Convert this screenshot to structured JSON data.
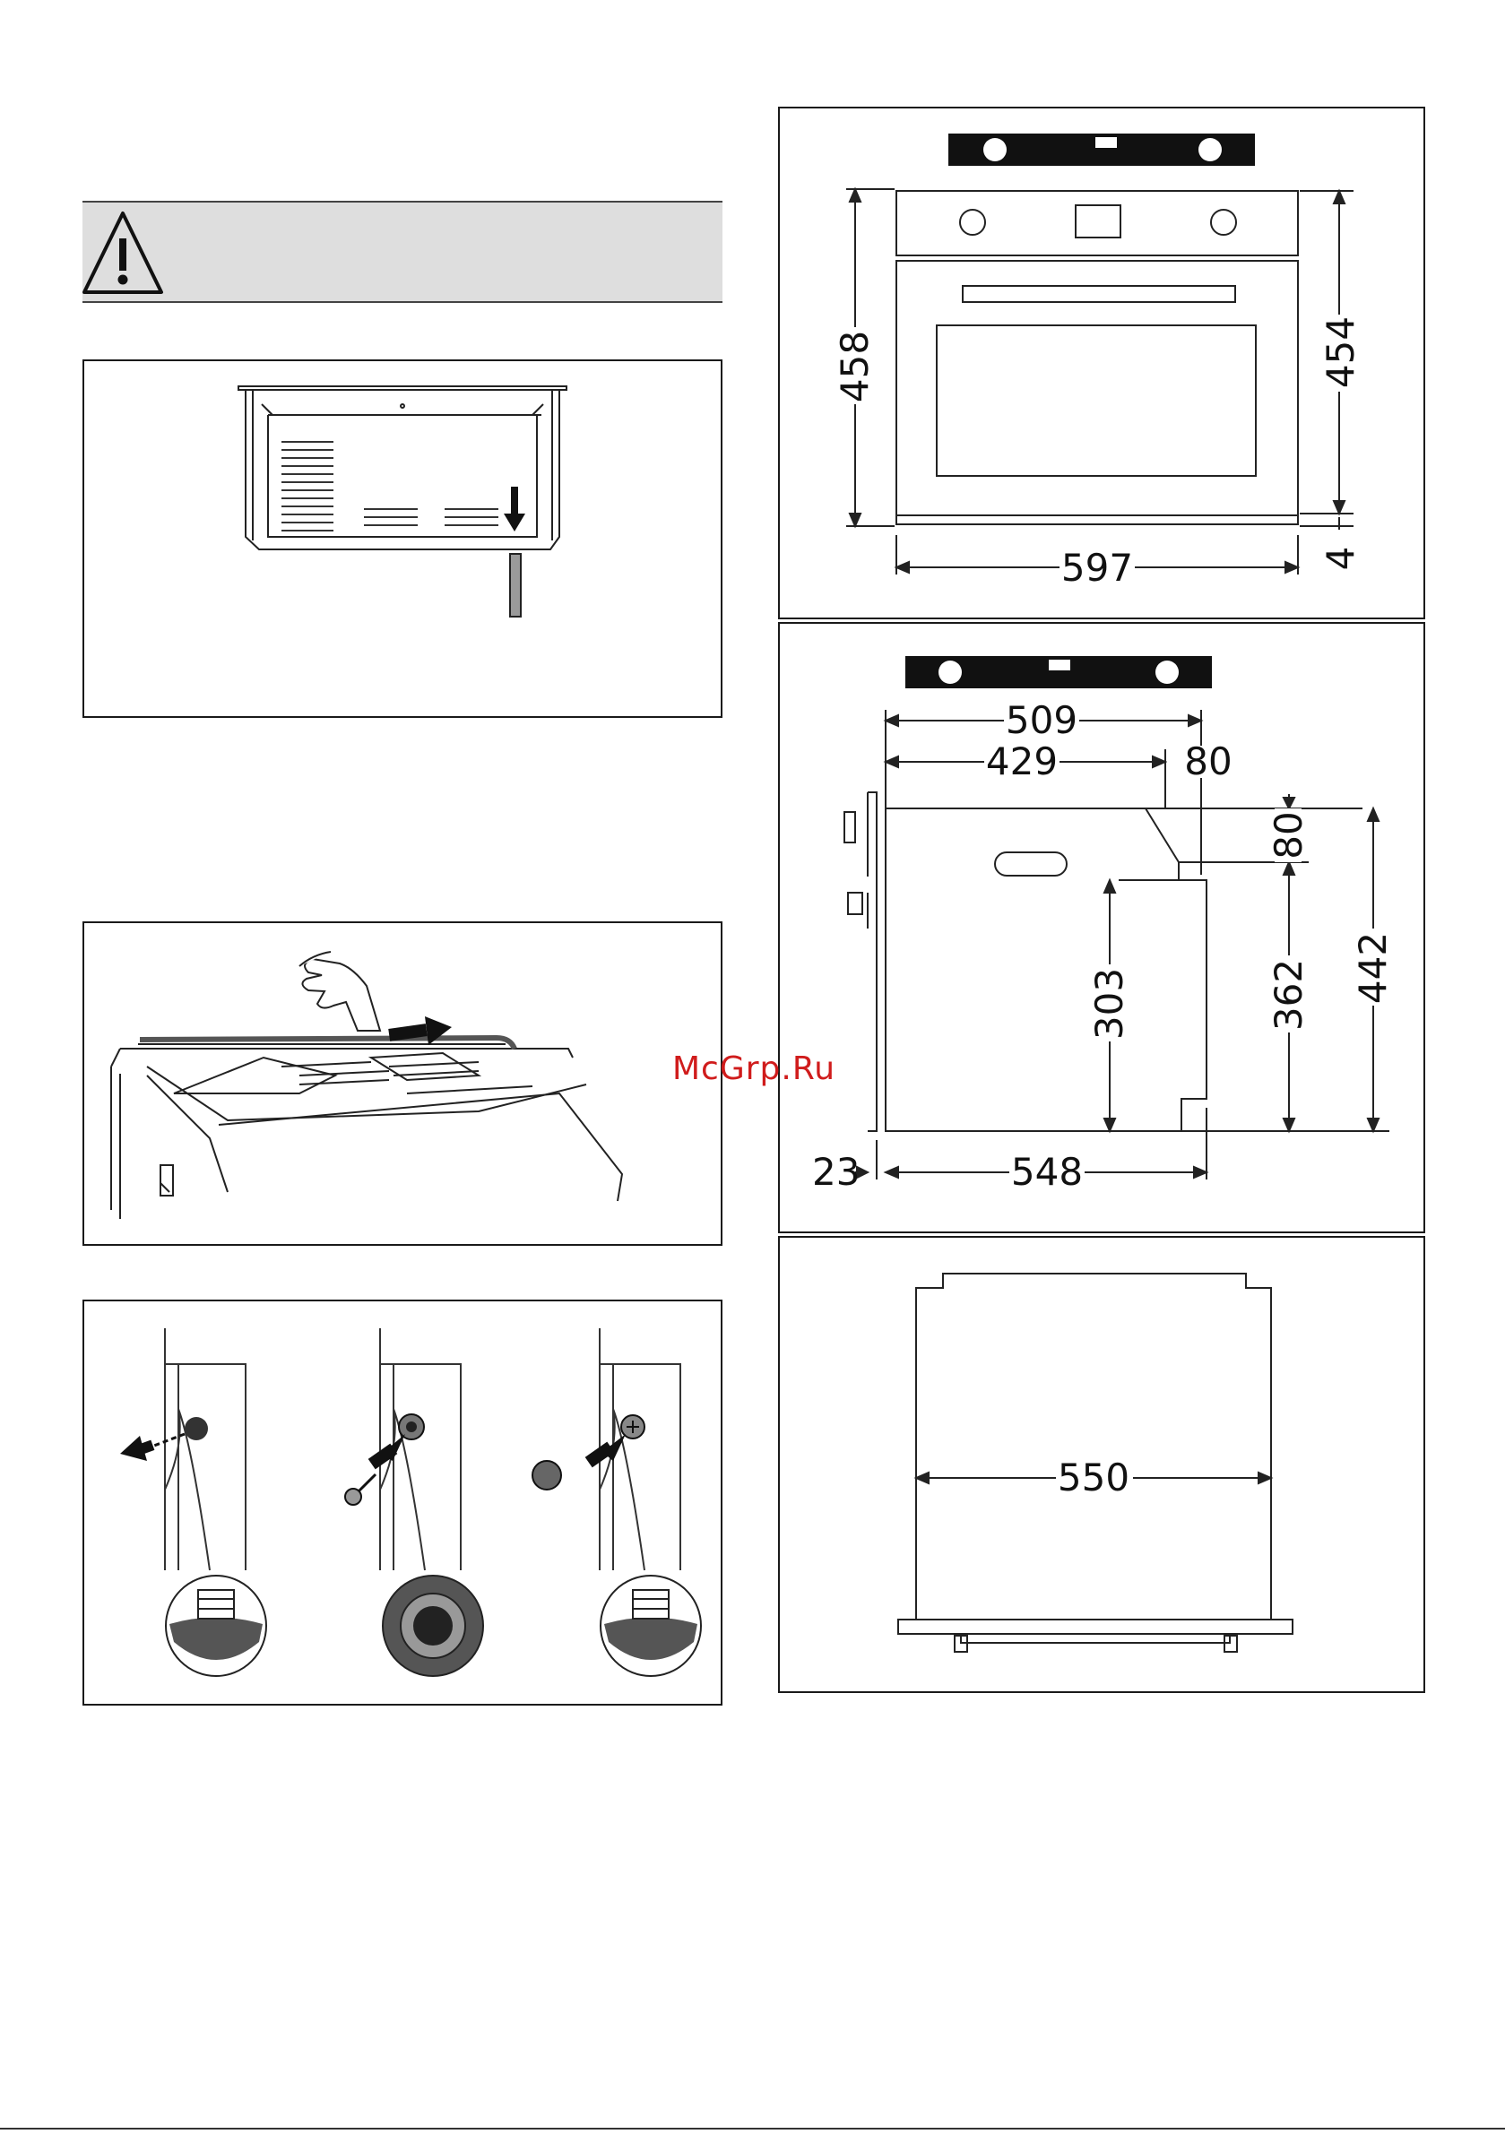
{
  "icons": {
    "warning": "warning-triangle-icon",
    "arrow": "arrow-icon",
    "hand": "hand-icon",
    "screw": "screw-icon"
  },
  "colors": {
    "panel_border": "#1a1a1a",
    "warning_bg": "#dedede",
    "watermark": "#d01c1c"
  },
  "watermark": "McGrp.Ru",
  "front_view": {
    "height_left": "458",
    "height_right": "454",
    "bottom_gap": "4",
    "width": "597"
  },
  "side_view": {
    "total_depth": "509",
    "body_depth": "429",
    "rear_step": "80",
    "rear_step_height": "80",
    "lower_height": "303",
    "mid_height": "362",
    "total_height": "442",
    "front_offset": "23",
    "base_depth": "548"
  },
  "top_view": {
    "width": "550"
  }
}
